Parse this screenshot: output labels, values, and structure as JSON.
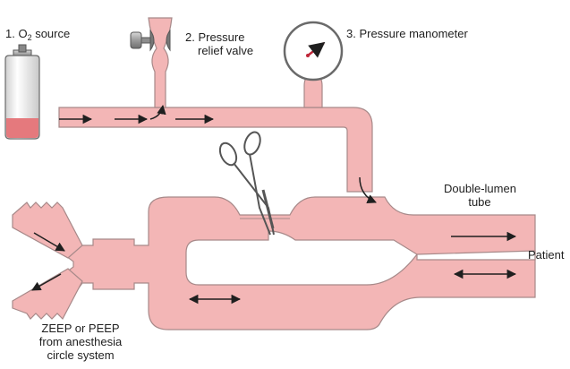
{
  "labels": {
    "o2_prefix": "1. O",
    "o2_sub": "2",
    "o2_suffix": " source",
    "relief_line1": "2. Pressure",
    "relief_line2": "relief valve",
    "manometer": "3. Pressure manometer",
    "tube_line1": "Double-lumen",
    "tube_line2": "tube",
    "patient": "Patient",
    "zeep_line1": "ZEEP or PEEP",
    "zeep_line2": "from anesthesia",
    "zeep_line3": "circle system"
  },
  "colors": {
    "tube_fill": "#f3b6b6",
    "tube_stroke": "#a78989",
    "o2_liquid": "#e5797d",
    "arrow": "#1f1f1f",
    "manometer_needle": "#c0283a",
    "valve_metal": "#9e9e9e"
  }
}
